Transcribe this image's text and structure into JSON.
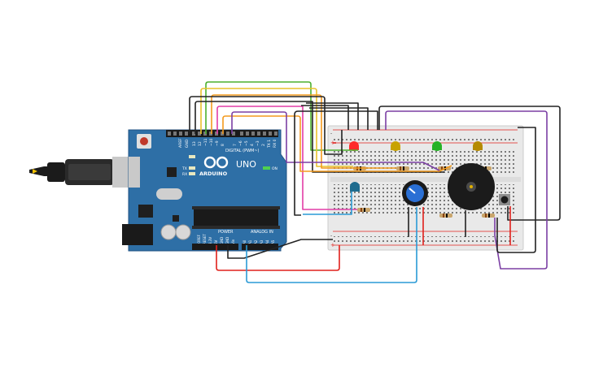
{
  "arduino": {
    "brand": "ARDUINO",
    "model": "UNO",
    "digital_label": "DIGITAL (PWM~)",
    "power_label": "POWER",
    "analog_label": "ANALOG IN",
    "on_label": "ON",
    "tx_label": "TX",
    "rx_label": "RX",
    "aref_label": "AREF",
    "gnd_label": "GND",
    "ioref_label": "IOREF",
    "reset_label": "RESET",
    "v33_label": "3.3V",
    "v5_label": "5V",
    "vin_label": "Vin",
    "a0_label": "A0",
    "a1_label": "A1",
    "a2_label": "A2",
    "a3_label": "A3",
    "a4_label": "A4",
    "a5_label": "A5",
    "pins": [
      "13",
      "12",
      "~11",
      "~10",
      "~9",
      "8",
      "7",
      "~6",
      "~5",
      "4",
      "~3",
      "2",
      "TX 1",
      "RX 0"
    ]
  },
  "breadboard": {
    "plus_label": "+",
    "minus_label": "-"
  },
  "colors": {
    "board": "#2e6fa6",
    "board_dark": "#1f5283",
    "breadboard": "#e9e9e9",
    "wire_red": "#e0201b",
    "wire_black": "#222222",
    "wire_blue": "#2a9ad6",
    "wire_green": "#4db02f",
    "wire_orange": "#f39a1d",
    "wire_yellow": "#e9c22c",
    "wire_purple": "#7b3fa4",
    "wire_pink": "#e23da7",
    "wire_brown": "#a05a1e"
  }
}
